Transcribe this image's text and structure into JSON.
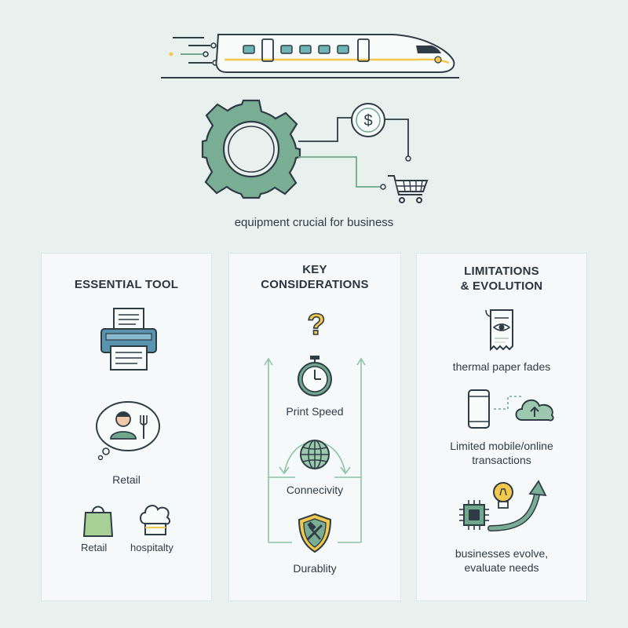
{
  "header": {
    "caption": "equipment crucial for business",
    "icons": [
      "train-icon",
      "gear-icon",
      "dollar-coin-icon",
      "shopping-cart-icon"
    ]
  },
  "panels": [
    {
      "title": "ESSENTIAL TOOL",
      "items": [
        {
          "label": "Retail",
          "icon": "speech-bubble-person-icon"
        },
        {
          "label": "Retail",
          "icon": "shopping-bag-icon"
        },
        {
          "label": "hospitalty",
          "icon": "chef-hat-icon"
        }
      ],
      "top_icon": "receipt-printer-icon"
    },
    {
      "title_line1": "KEY",
      "title_line2": "CONSIDERATIONS",
      "items": [
        {
          "label": "Print Speed",
          "icon": "stopwatch-icon"
        },
        {
          "label": "Connecivity",
          "icon": "globe-icon"
        },
        {
          "label": "Durablity",
          "icon": "shield-tools-icon"
        }
      ],
      "top_icon": "question-mark-icon"
    },
    {
      "title_line1": "LIMITATIONS",
      "title_line2": "& EVOLUTION",
      "items": [
        {
          "label": "thermal paper fades",
          "icon": "fading-receipt-icon"
        },
        {
          "label_line1": "Limited mobile/online",
          "label_line2": "transactions",
          "icon": "phone-cloud-icon"
        },
        {
          "label_line1": "businesses evolve,",
          "label_line2": "evaluate needs",
          "icon": "chip-lightbulb-arrow-icon"
        }
      ]
    }
  ],
  "colors": {
    "background": "#e9f1ee",
    "panel": "#f6f9f9",
    "green": "#6fa88c",
    "teal": "#4e8fa7",
    "yellow": "#f2c94c",
    "dark": "#2f3b45"
  }
}
